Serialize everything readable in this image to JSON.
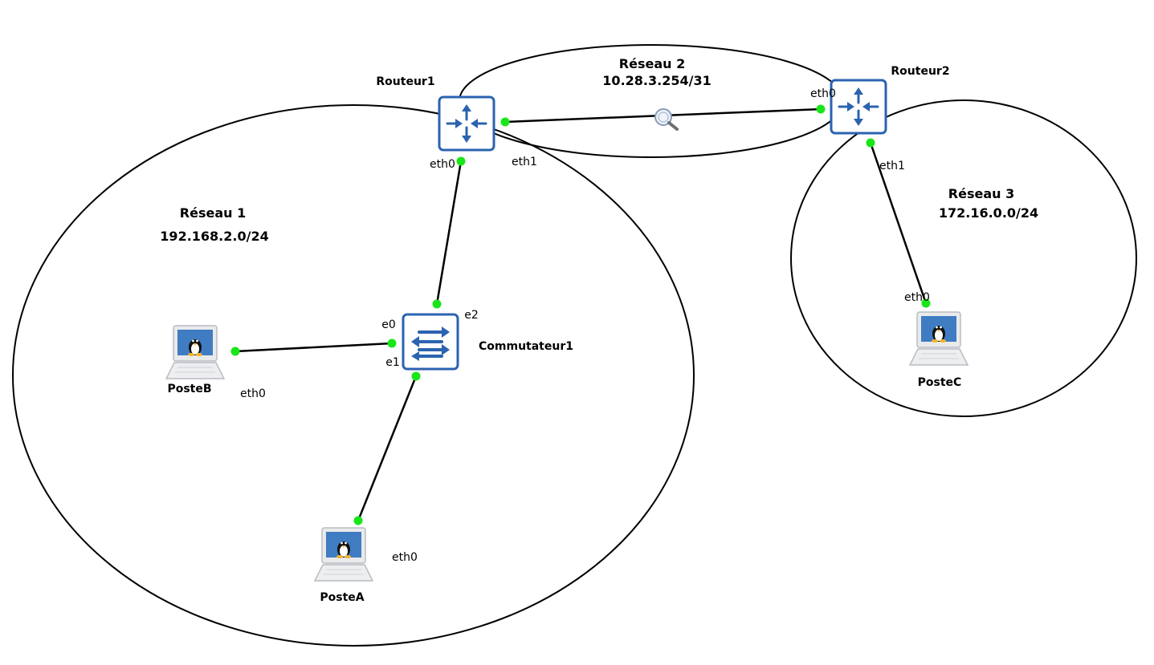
{
  "networks": {
    "reseau1": {
      "name": "Réseau 1",
      "subnet": "192.168.2.0/24"
    },
    "reseau2": {
      "name": "Réseau 2",
      "subnet": "10.28.3.254/31"
    },
    "reseau3": {
      "name": "Réseau 3",
      "subnet": "172.16.0.0/24"
    }
  },
  "nodes": {
    "routeur1": {
      "label": "Routeur1",
      "type": "router-icon"
    },
    "routeur2": {
      "label": "Routeur2",
      "type": "router-icon"
    },
    "commutateur1": {
      "label": "Commutateur1",
      "type": "switch-icon"
    },
    "posteA": {
      "label": "PosteA",
      "type": "linux-workstation-icon"
    },
    "posteB": {
      "label": "PosteB",
      "type": "linux-workstation-icon"
    },
    "posteC": {
      "label": "PosteC",
      "type": "linux-workstation-icon"
    }
  },
  "ports": {
    "r1_eth0": "eth0",
    "r1_eth1": "eth1",
    "r2_eth0": "eth0",
    "r2_eth1": "eth1",
    "sw_e0": "e0",
    "sw_e1": "e1",
    "sw_e2": "e2",
    "pa_eth0": "eth0",
    "pb_eth0": "eth0",
    "pc_eth0": "eth0"
  },
  "links": [
    {
      "from": "Routeur1.eth0",
      "to": "Commutateur1.e2"
    },
    {
      "from": "Routeur1.eth1",
      "to": "Routeur2.eth0",
      "capture": "magnifier-icon"
    },
    {
      "from": "Routeur2.eth1",
      "to": "PosteC.eth0"
    },
    {
      "from": "Commutateur1.e0",
      "to": "PosteB.eth0"
    },
    {
      "from": "Commutateur1.e1",
      "to": "PosteA.eth0"
    }
  ],
  "colors": {
    "device_blue": "#2b63b0",
    "port_up": "#19e619",
    "screen_blue": "#3f7cc2"
  }
}
